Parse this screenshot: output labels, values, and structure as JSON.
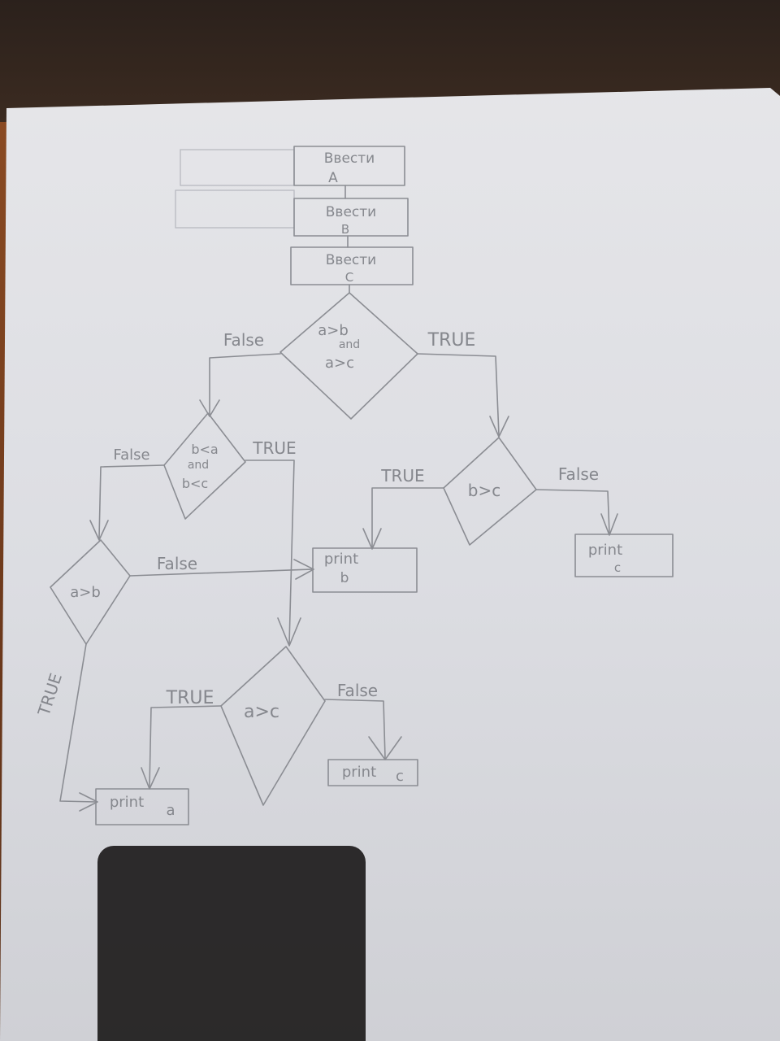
{
  "flowchart": {
    "input_a": {
      "line1": "Ввести",
      "line2": "A"
    },
    "input_b": {
      "line1": "Ввести",
      "line2": "B"
    },
    "input_c": {
      "line1": "Ввести",
      "line2": "C"
    },
    "decision_1": {
      "line1": "a>b",
      "line2": "and",
      "line3": "a>c",
      "false_label": "False",
      "true_label": "TRUE"
    },
    "decision_2": {
      "line1": "b<a",
      "line2": "and",
      "line3": "b<c",
      "false_label": "False",
      "true_label": "TRUE"
    },
    "decision_3": {
      "text": "b>c",
      "true_label": "TRUE",
      "false_label": "False"
    },
    "decision_4": {
      "text": "a>b",
      "false_label": "False",
      "true_label": "TRUE"
    },
    "decision_5": {
      "text": "a>c",
      "true_label": "TRUE",
      "false_label": "False"
    },
    "print_b": {
      "line1": "print",
      "line2": "b"
    },
    "print_c_right": {
      "line1": "print",
      "line2": "c"
    },
    "print_c_bottom": {
      "line1": "print",
      "line2": "c"
    },
    "print_a": {
      "line1": "print",
      "line2": "a"
    }
  },
  "colors": {
    "pencil": "#8b8d93",
    "paper": "#e3e4e8",
    "desk": "#7a4220"
  }
}
